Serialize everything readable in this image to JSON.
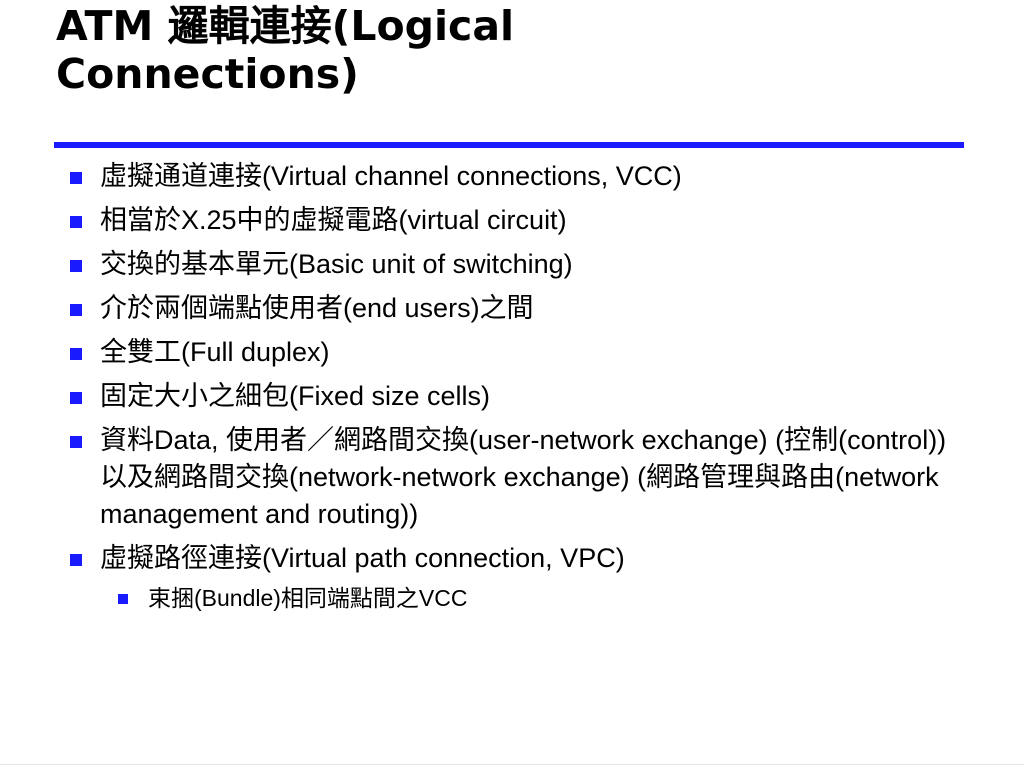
{
  "slide": {
    "title": "ATM 邏輯連接(Logical\nConnections)",
    "accent_color": "#1a1aff",
    "bullet_icon": "blue-square-bullet-icon",
    "bullets": [
      {
        "level": 1,
        "text": "虛擬通道連接(Virtual channel connections, VCC)"
      },
      {
        "level": 1,
        "text": "相當於X.25中的虛擬電路(virtual circuit)"
      },
      {
        "level": 1,
        "text": "交換的基本單元(Basic unit of switching)"
      },
      {
        "level": 1,
        "text": "介於兩個端點使用者(end users)之間"
      },
      {
        "level": 1,
        "text": "全雙工(Full duplex)"
      },
      {
        "level": 1,
        "text": "固定大小之細包(Fixed size cells)"
      },
      {
        "level": 1,
        "text": "資料Data, 使用者／網路間交換(user-network exchange) (控制(control))以及網路間交換(network-network exchange) (網路管理與路由(network management and routing))"
      },
      {
        "level": 1,
        "text": "虛擬路徑連接(Virtual path connection, VPC)"
      },
      {
        "level": 2,
        "text": "束捆(Bundle)相同端點間之VCC"
      }
    ]
  }
}
